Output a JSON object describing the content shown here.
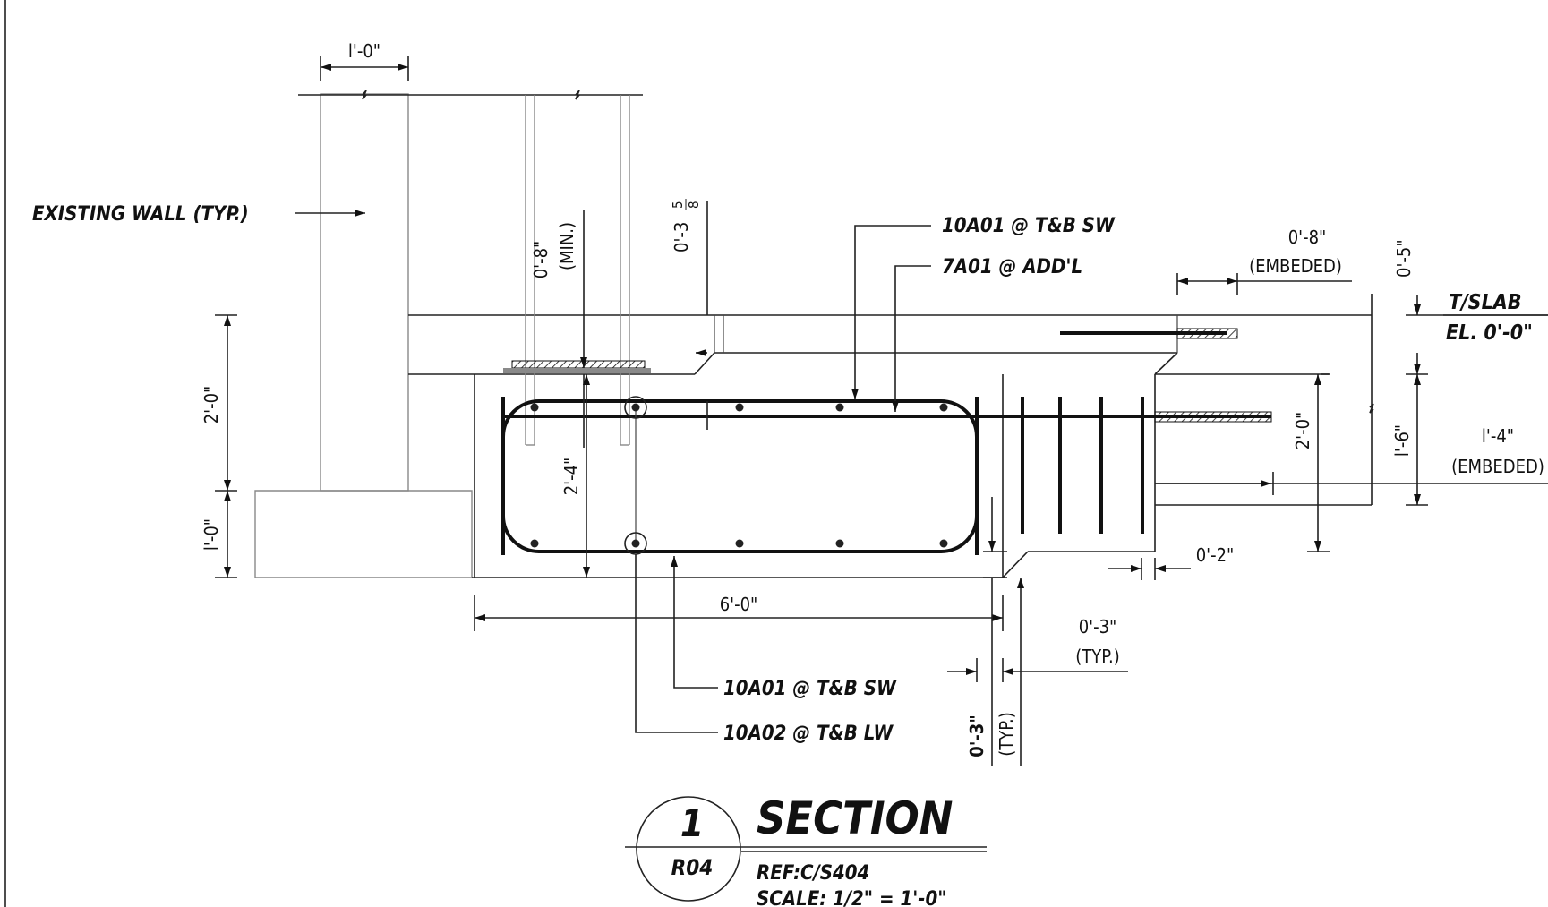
{
  "labels": {
    "existing_wall": "EXISTING WALL (TYP.)",
    "callout_top_sw": "10A01 @ T&B SW",
    "callout_addl": "7A01 @ ADD'L",
    "callout_bottom_sw": "10A01 @ T&B SW",
    "callout_bottom_lw": "10A02 @ T&B LW",
    "tslab_line1": "T/SLAB",
    "tslab_line2": "EL. 0'-0\""
  },
  "dimensions": {
    "wall_width": "l'-0\"",
    "embed_min_value": "0'-8\"",
    "embed_min_note": "(MIN.)",
    "offset_whole": "0'-3",
    "offset_frac_num": "5",
    "offset_frac_den": "8",
    "embed_8_value": "0'-8\"",
    "embed_8_note": "(EMBEDED)",
    "slab_thk": "0'-5\"",
    "wall_height": "2'-0\"",
    "footing_height": "l'-0\"",
    "beam_depth": "2'-4\"",
    "pit_depth": "2'-0\"",
    "right_depth": "l'-6\"",
    "embed_16_value": "l'-4\"",
    "embed_16_note": "(EMBEDED)",
    "gap_2": "0'-2\"",
    "beam_width": "6'-0\"",
    "cover_3_value": "0'-3\"",
    "cover_3_note": "(TYP.)",
    "cover_3b_value": "0'-3\"",
    "cover_3b_note": "(TYP.)"
  },
  "title_block": {
    "detail_number": "1",
    "sheet_number": "R04",
    "title": "SECTION",
    "reference": "REF:C/S404",
    "scale": "SCALE: 1/2\" = 1'-0\""
  }
}
